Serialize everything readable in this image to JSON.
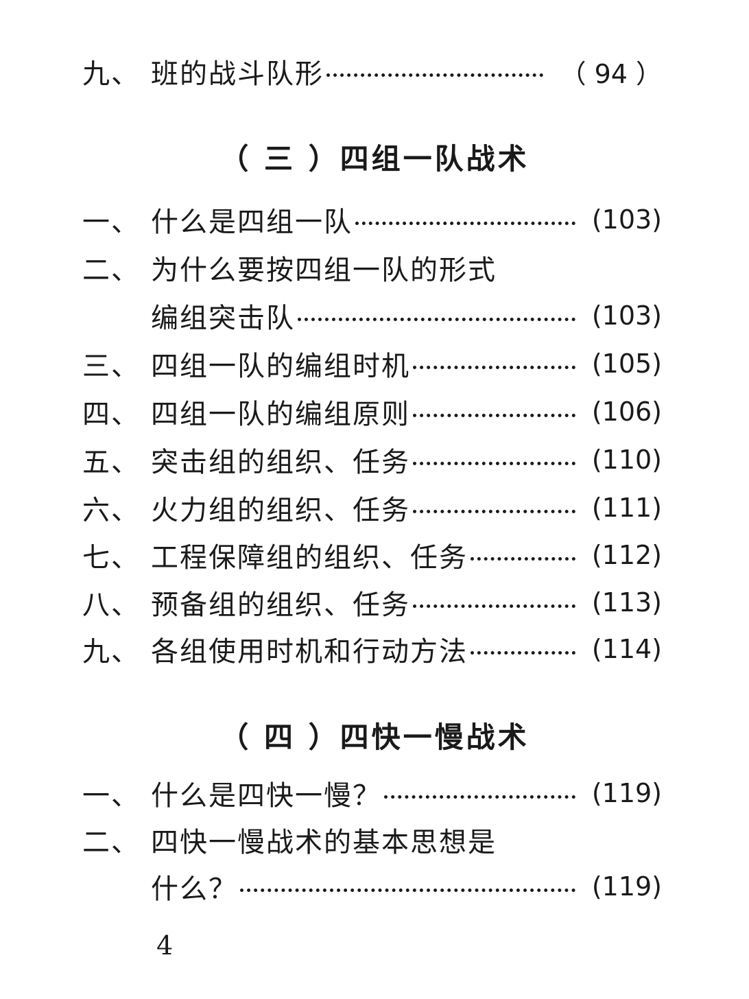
{
  "top_entry": {
    "num": "九、",
    "title": "班的战斗队形",
    "page": "（ 94 ）"
  },
  "section3": {
    "heading": "（ 三 ）四组一队战术",
    "entries": [
      {
        "num": "一、",
        "title": "什么是四组一队",
        "page": "(103)"
      },
      {
        "num": "二、",
        "title": "为什么要按四组一队的形式",
        "cont": "编组突击队",
        "page": "(103)"
      },
      {
        "num": "三、",
        "title": "四组一队的编组时机",
        "page": "(105)"
      },
      {
        "num": "四、",
        "title": "四组一队的编组原则",
        "page": "(106)"
      },
      {
        "num": "五、",
        "title": "突击组的组织、任务",
        "page": "(110)"
      },
      {
        "num": "六、",
        "title": "火力组的组织、任务",
        "page": "(111)"
      },
      {
        "num": "七、",
        "title": "工程保障组的组织、任务",
        "page": "(112)"
      },
      {
        "num": "八、",
        "title": "预备组的组织、任务",
        "page": "(113)"
      },
      {
        "num": "九、",
        "title": "各组使用时机和行动方法",
        "page": "(114)"
      }
    ]
  },
  "section4": {
    "heading": "（ 四 ）四快一慢战术",
    "entries": [
      {
        "num": "一、",
        "title": "什么是四快一慢？",
        "page": "(119)"
      },
      {
        "num": "二、",
        "title": "四快一慢战术的基本思想是",
        "cont": "什么？",
        "page": "(119)"
      }
    ]
  },
  "folio": "4"
}
